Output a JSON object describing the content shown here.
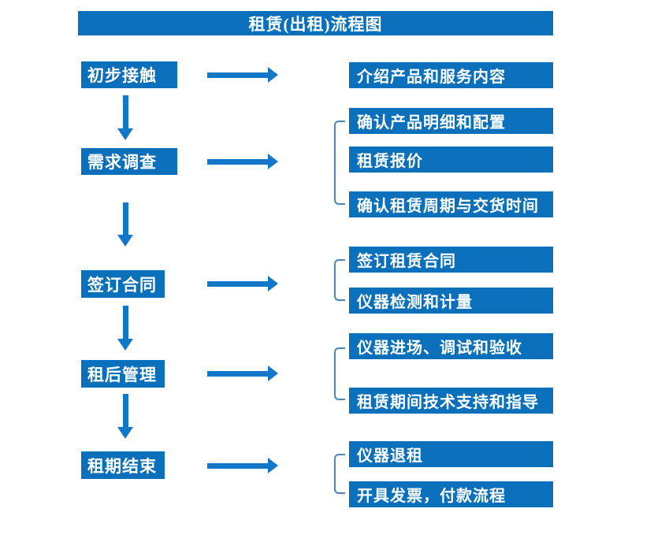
{
  "title": "租赁(出租)流程图",
  "colors": {
    "box_blue": "#0b70bc",
    "arrow_blue": "#1377c9",
    "bracket_blue": "#4a86bd",
    "text_white": "#ffffff"
  },
  "steps": [
    {
      "label": "初步接触",
      "outputs": [
        "介绍产品和服务内容"
      ]
    },
    {
      "label": "需求调查",
      "outputs": [
        "确认产品明细和配置",
        "租赁报价",
        "确认租赁周期与交货时间"
      ]
    },
    {
      "label": "签订合同",
      "outputs": [
        "签订租赁合同",
        "仪器检测和计量"
      ]
    },
    {
      "label": "租后管理",
      "outputs": [
        "仪器进场、调试和验收",
        "租赁期间技术支持和指导"
      ]
    },
    {
      "label": "租期结束",
      "outputs": [
        "仪器退租",
        "开具发票，付款流程"
      ]
    }
  ]
}
